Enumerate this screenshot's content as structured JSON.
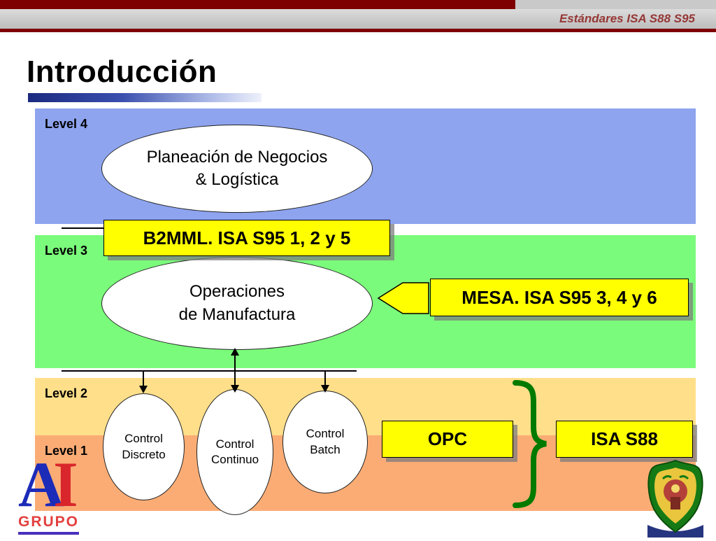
{
  "header": {
    "strip_text": "Estándares ISA S88 S95",
    "title": "Introducción"
  },
  "bands": [
    {
      "label": "Level 4"
    },
    {
      "label": "Level 3"
    },
    {
      "label": "Level 2"
    },
    {
      "label": "Level 1"
    }
  ],
  "ellipses": {
    "planeacion": {
      "line1": "Planeación de Negocios",
      "line2": "& Logística"
    },
    "operaciones": {
      "line1": "Operaciones",
      "line2": "de Manufactura"
    },
    "control_discreto": {
      "line1": "Control",
      "line2": "Discreto"
    },
    "control_continuo": {
      "line1": "Control",
      "line2": "Continuo"
    },
    "control_batch": {
      "line1": "Control",
      "line2": "Batch"
    }
  },
  "callouts": {
    "b2mml": "B2MML. ISA S95 1, 2 y 5",
    "mesa": "MESA. ISA S95 3, 4 y 6",
    "opc": "OPC",
    "isa_s88": "ISA S88"
  },
  "logo": {
    "letter_a": "A",
    "letter_i": "I",
    "grupo": "GRUPO"
  },
  "colors": {
    "maroon": "#7E0000",
    "header_text_red": "#953735",
    "level4_blue": "#8EA4EF",
    "level3_green": "#7BFB7B",
    "level2_yellow": "#FFDF8A",
    "level1_orange": "#FBAC75",
    "callout_yellow": "#FFFF00",
    "brace_green": "#007A00",
    "logo_blue": "#1C2BB8",
    "logo_red": "#D9262C"
  }
}
